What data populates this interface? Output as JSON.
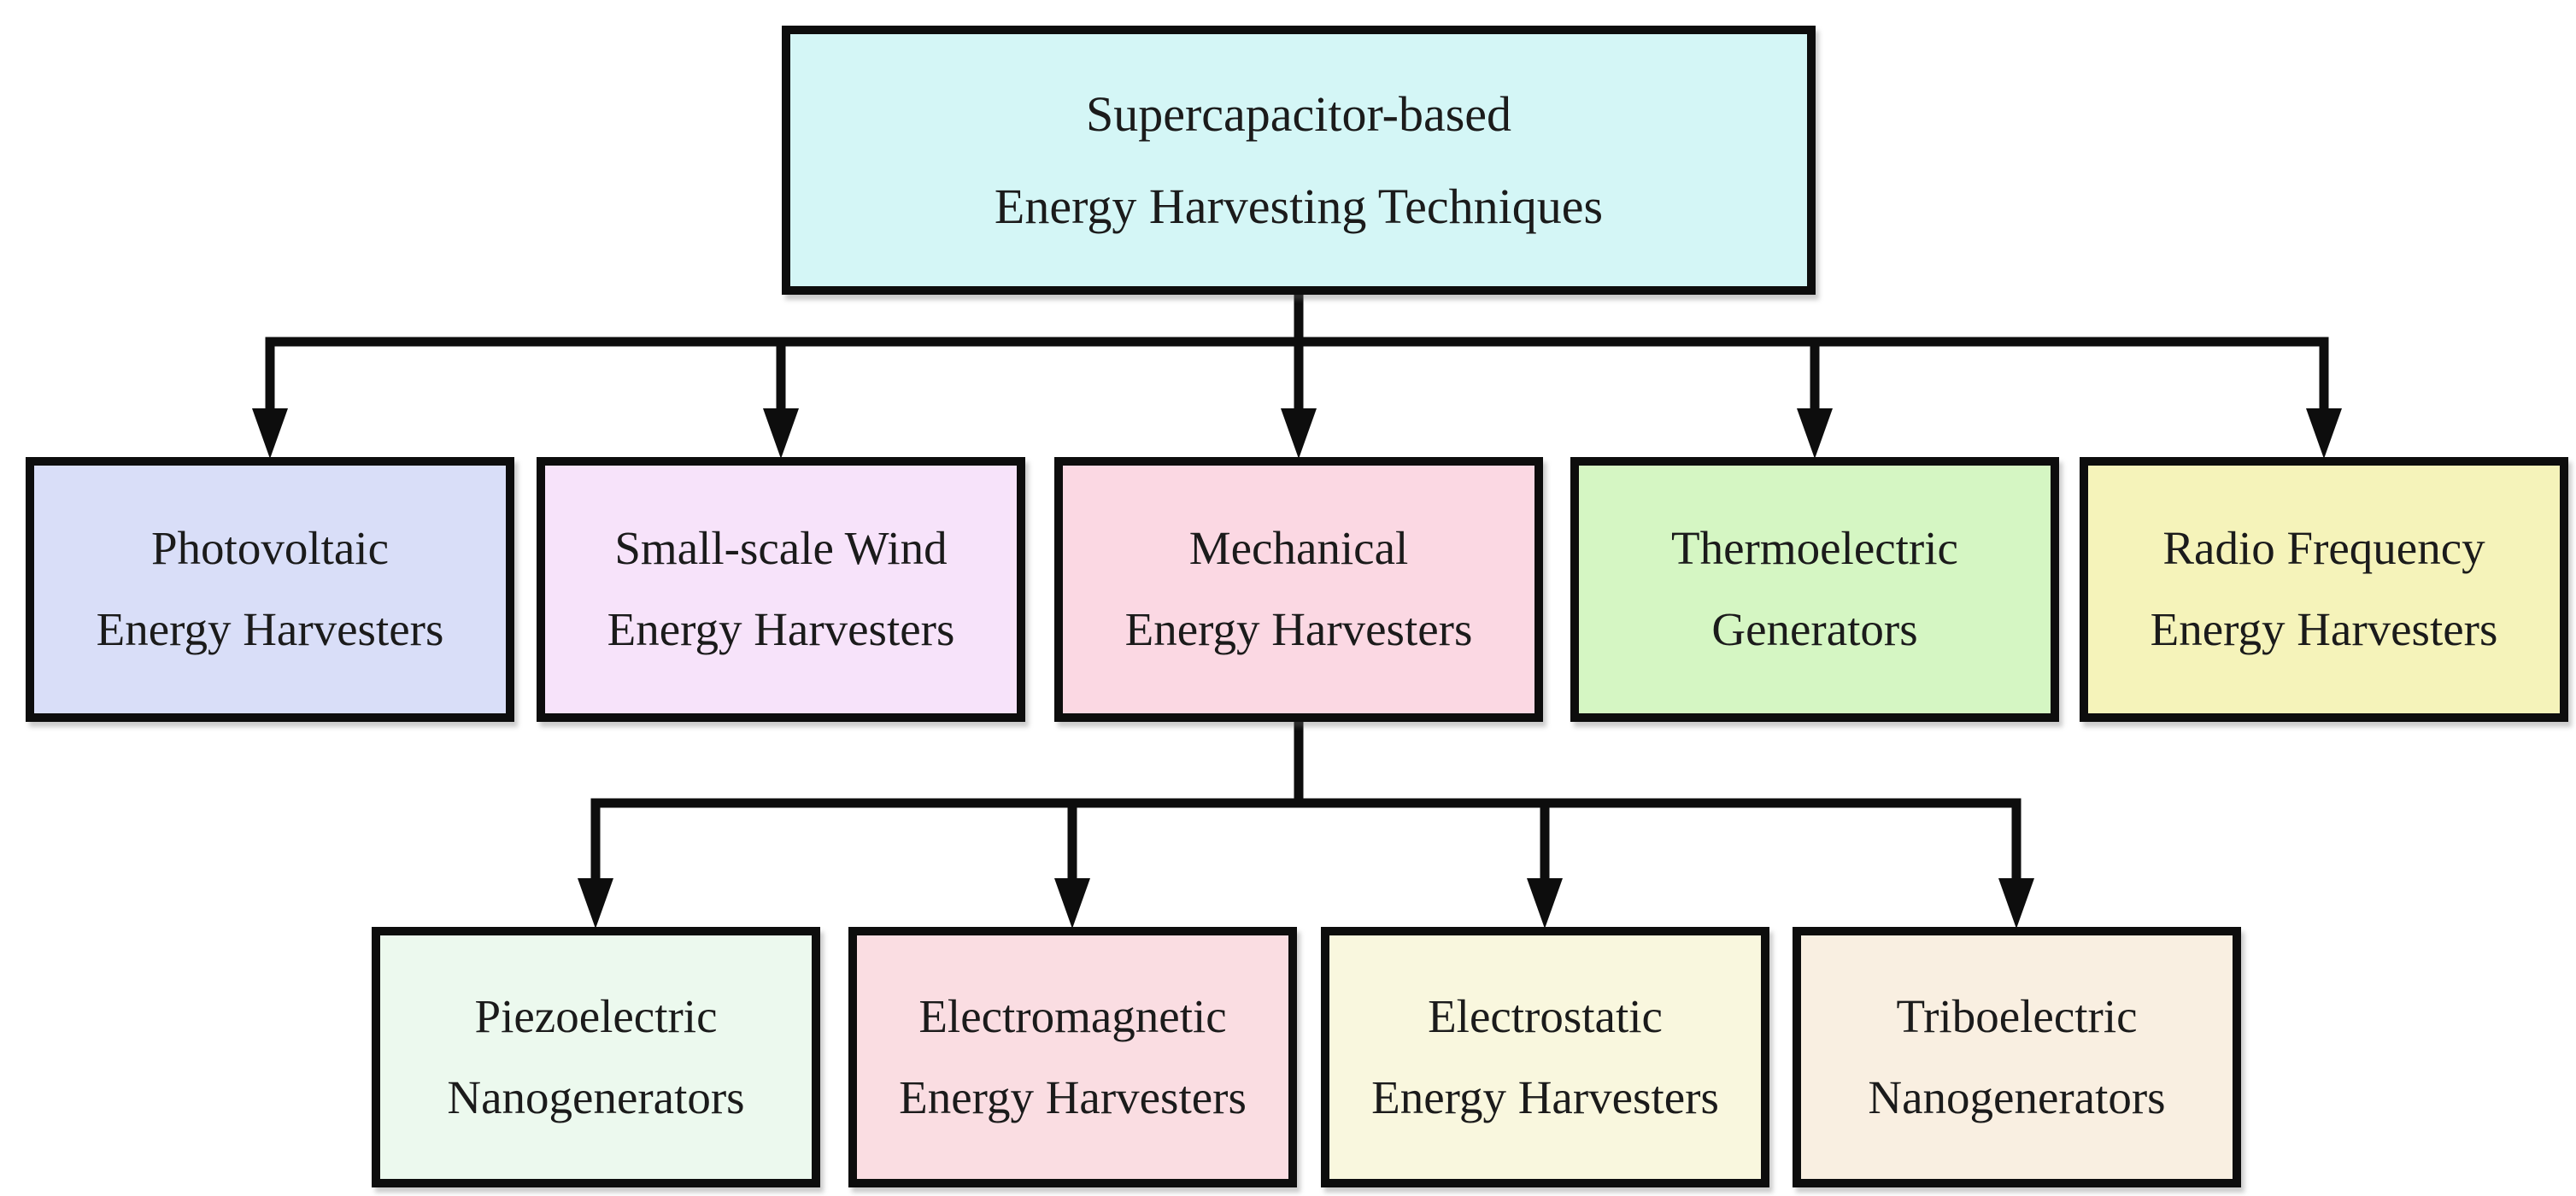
{
  "diagram": {
    "background": "#ffffff",
    "edge_color": "#0d0d0d",
    "root": {
      "line1": "Supercapacitor-based",
      "line2": "Energy Harvesting Techniques",
      "color": "#d4f6f6"
    },
    "level2": [
      {
        "line1": "Photovoltaic",
        "line2": "Energy Harvesters",
        "color": "#d9def8",
        "parent": "root"
      },
      {
        "line1": "Small-scale Wind",
        "line2": "Energy Harvesters",
        "color": "#f7e3fa",
        "parent": "root"
      },
      {
        "line1": "Mechanical",
        "line2": "Energy Harvesters",
        "color": "#fbd8e3",
        "parent": "root"
      },
      {
        "line1": "Thermoelectric",
        "line2": "Generators",
        "color": "#d5f6c3",
        "parent": "root"
      },
      {
        "line1": "Radio Frequency",
        "line2": "Energy Harvesters",
        "color": "#f5f3ba",
        "parent": "root"
      }
    ],
    "level3": [
      {
        "line1": "Piezoelectric",
        "line2": "Nanogenerators",
        "color": "#ecf9ee",
        "parent": "Mechanical Energy Harvesters"
      },
      {
        "line1": "Electromagnetic",
        "line2": "Energy Harvesters",
        "color": "#fadde2",
        "parent": "Mechanical Energy Harvesters"
      },
      {
        "line1": "Electrostatic",
        "line2": "Energy Harvesters",
        "color": "#f9f7de",
        "parent": "Mechanical Energy Harvesters"
      },
      {
        "line1": "Triboelectric",
        "line2": "Nanogenerators",
        "color": "#f9efe1",
        "parent": "Mechanical Energy Harvesters"
      }
    ]
  }
}
